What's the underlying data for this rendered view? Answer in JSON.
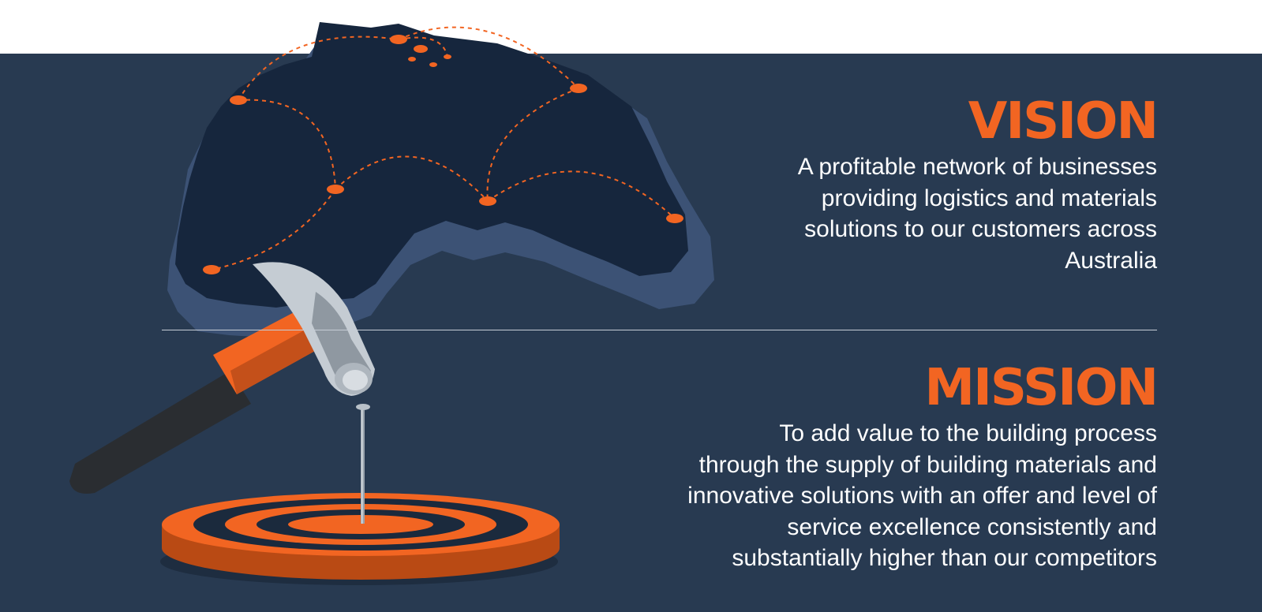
{
  "colors": {
    "background_top": "#ffffff",
    "panel": "#283a51",
    "accent": "#f26522",
    "text": "#ffffff"
  },
  "illustration": {
    "map": "australia-map-icon",
    "hammer": "hammer-icon",
    "nail": "nail-icon",
    "target": "target-icon"
  },
  "vision": {
    "heading": "VISION",
    "body": "A profitable network of businesses\nproviding logistics and materials\nsolutions to our customers across\nAustralia"
  },
  "mission": {
    "heading": "MISSION",
    "body": "To add value to the building process\nthrough the supply of building materials and\ninnovative solutions with an offer and level of\nservice excellence consistently and\nsubstantially higher than our competitors"
  }
}
